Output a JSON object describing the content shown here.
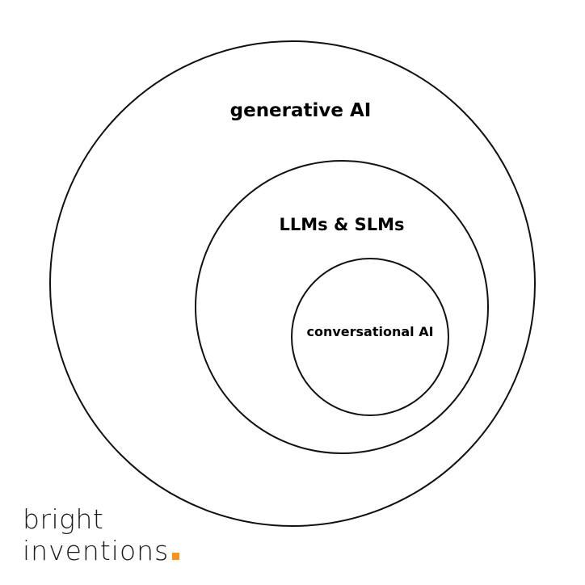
{
  "diagram": {
    "outer_label": "generative AI",
    "middle_label": "LLMs & SLMs",
    "inner_label": "conversational AI"
  },
  "logo": {
    "line1": "bright",
    "line2": "inventions",
    "accent_color": "#F7931E"
  },
  "colors": {
    "stroke": "#111111",
    "background": "#ffffff"
  }
}
